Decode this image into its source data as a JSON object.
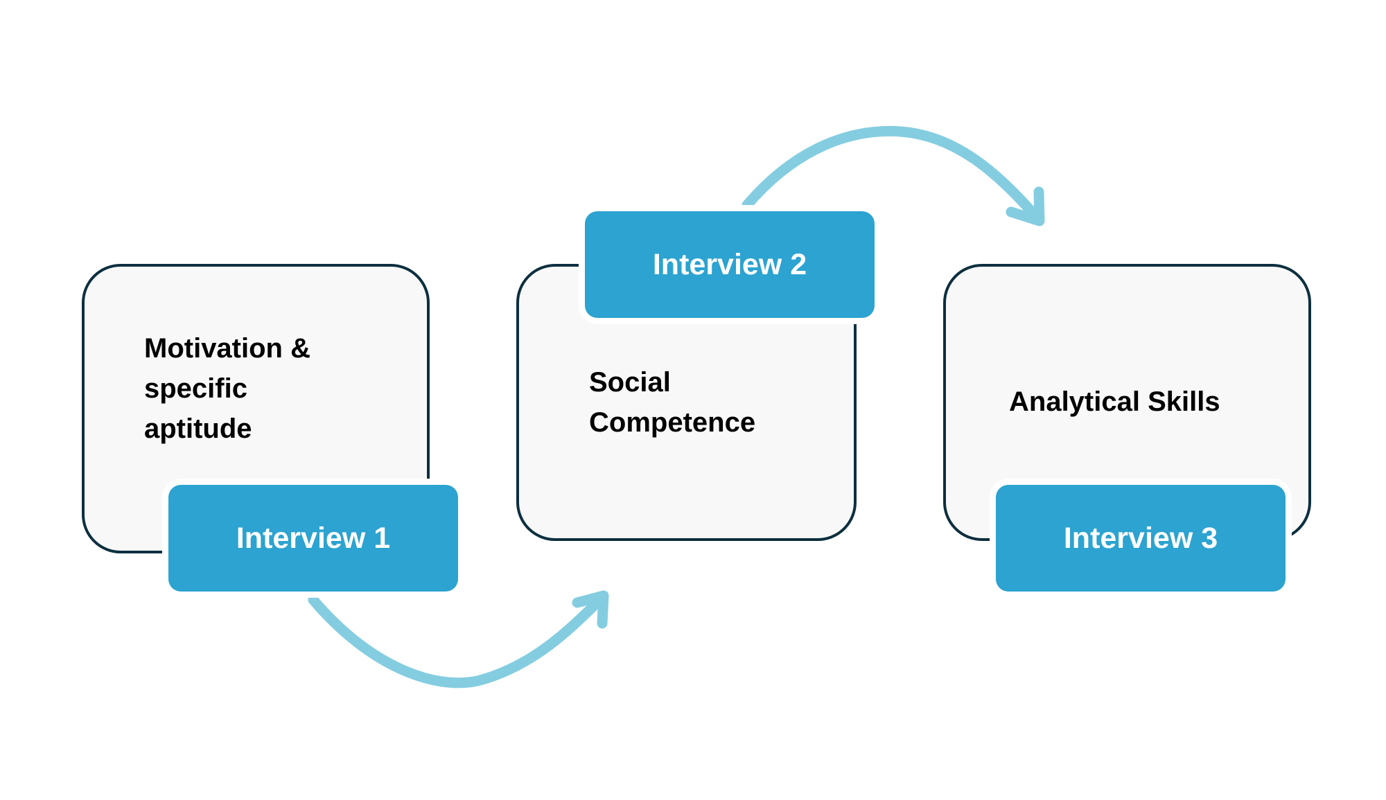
{
  "steps": [
    {
      "title": "Motivation & specific aptitude",
      "title_lines": "Motivation &\nspecific\naptitude",
      "tag": "Interview 1"
    },
    {
      "title": "Social Competence",
      "title_lines": "Social\nCompetence",
      "tag": "Interview 2"
    },
    {
      "title": "Analytical Skills",
      "title_lines": "Analytical Skills",
      "tag": "Interview 3"
    }
  ],
  "colors": {
    "card_border": "#0d2f3f",
    "card_fill": "#f8f8f8",
    "tag_fill": "#2ca3d0",
    "tag_text": "#ffffff",
    "arrow": "#84cde0",
    "text": "#000000"
  }
}
